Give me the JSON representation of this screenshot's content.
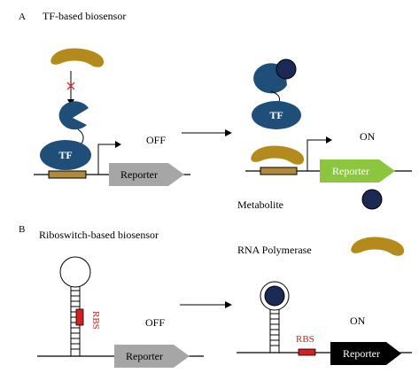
{
  "panel_a": {
    "letter": "A",
    "title": "TF-based biosensor",
    "tf_label_off": "TF",
    "tf_label_on": "TF",
    "reporter_off": "Reporter",
    "reporter_on": "Reporter",
    "state_off": "OFF",
    "state_on": "ON",
    "metabolite_label": "Metabolite"
  },
  "panel_b": {
    "letter": "B",
    "title": "Riboswitch-based biosensor",
    "rnap_label": "RNA Polymerase",
    "rbs_off": "RBS",
    "rbs_on": "RBS",
    "reporter_off": "Reporter",
    "reporter_on": "Reporter",
    "state_off": "OFF",
    "state_on": "ON"
  },
  "colors": {
    "tf_blue": "#1f4e79",
    "metabolite_navy": "#1b2a55",
    "rnap_gold": "#b58a1c",
    "reporter_gray": "#a6a6a6",
    "reporter_green": "#8cc63f",
    "reporter_black": "#000000",
    "rbs_red": "#d42020",
    "operator_tan": "#b08a3a"
  }
}
